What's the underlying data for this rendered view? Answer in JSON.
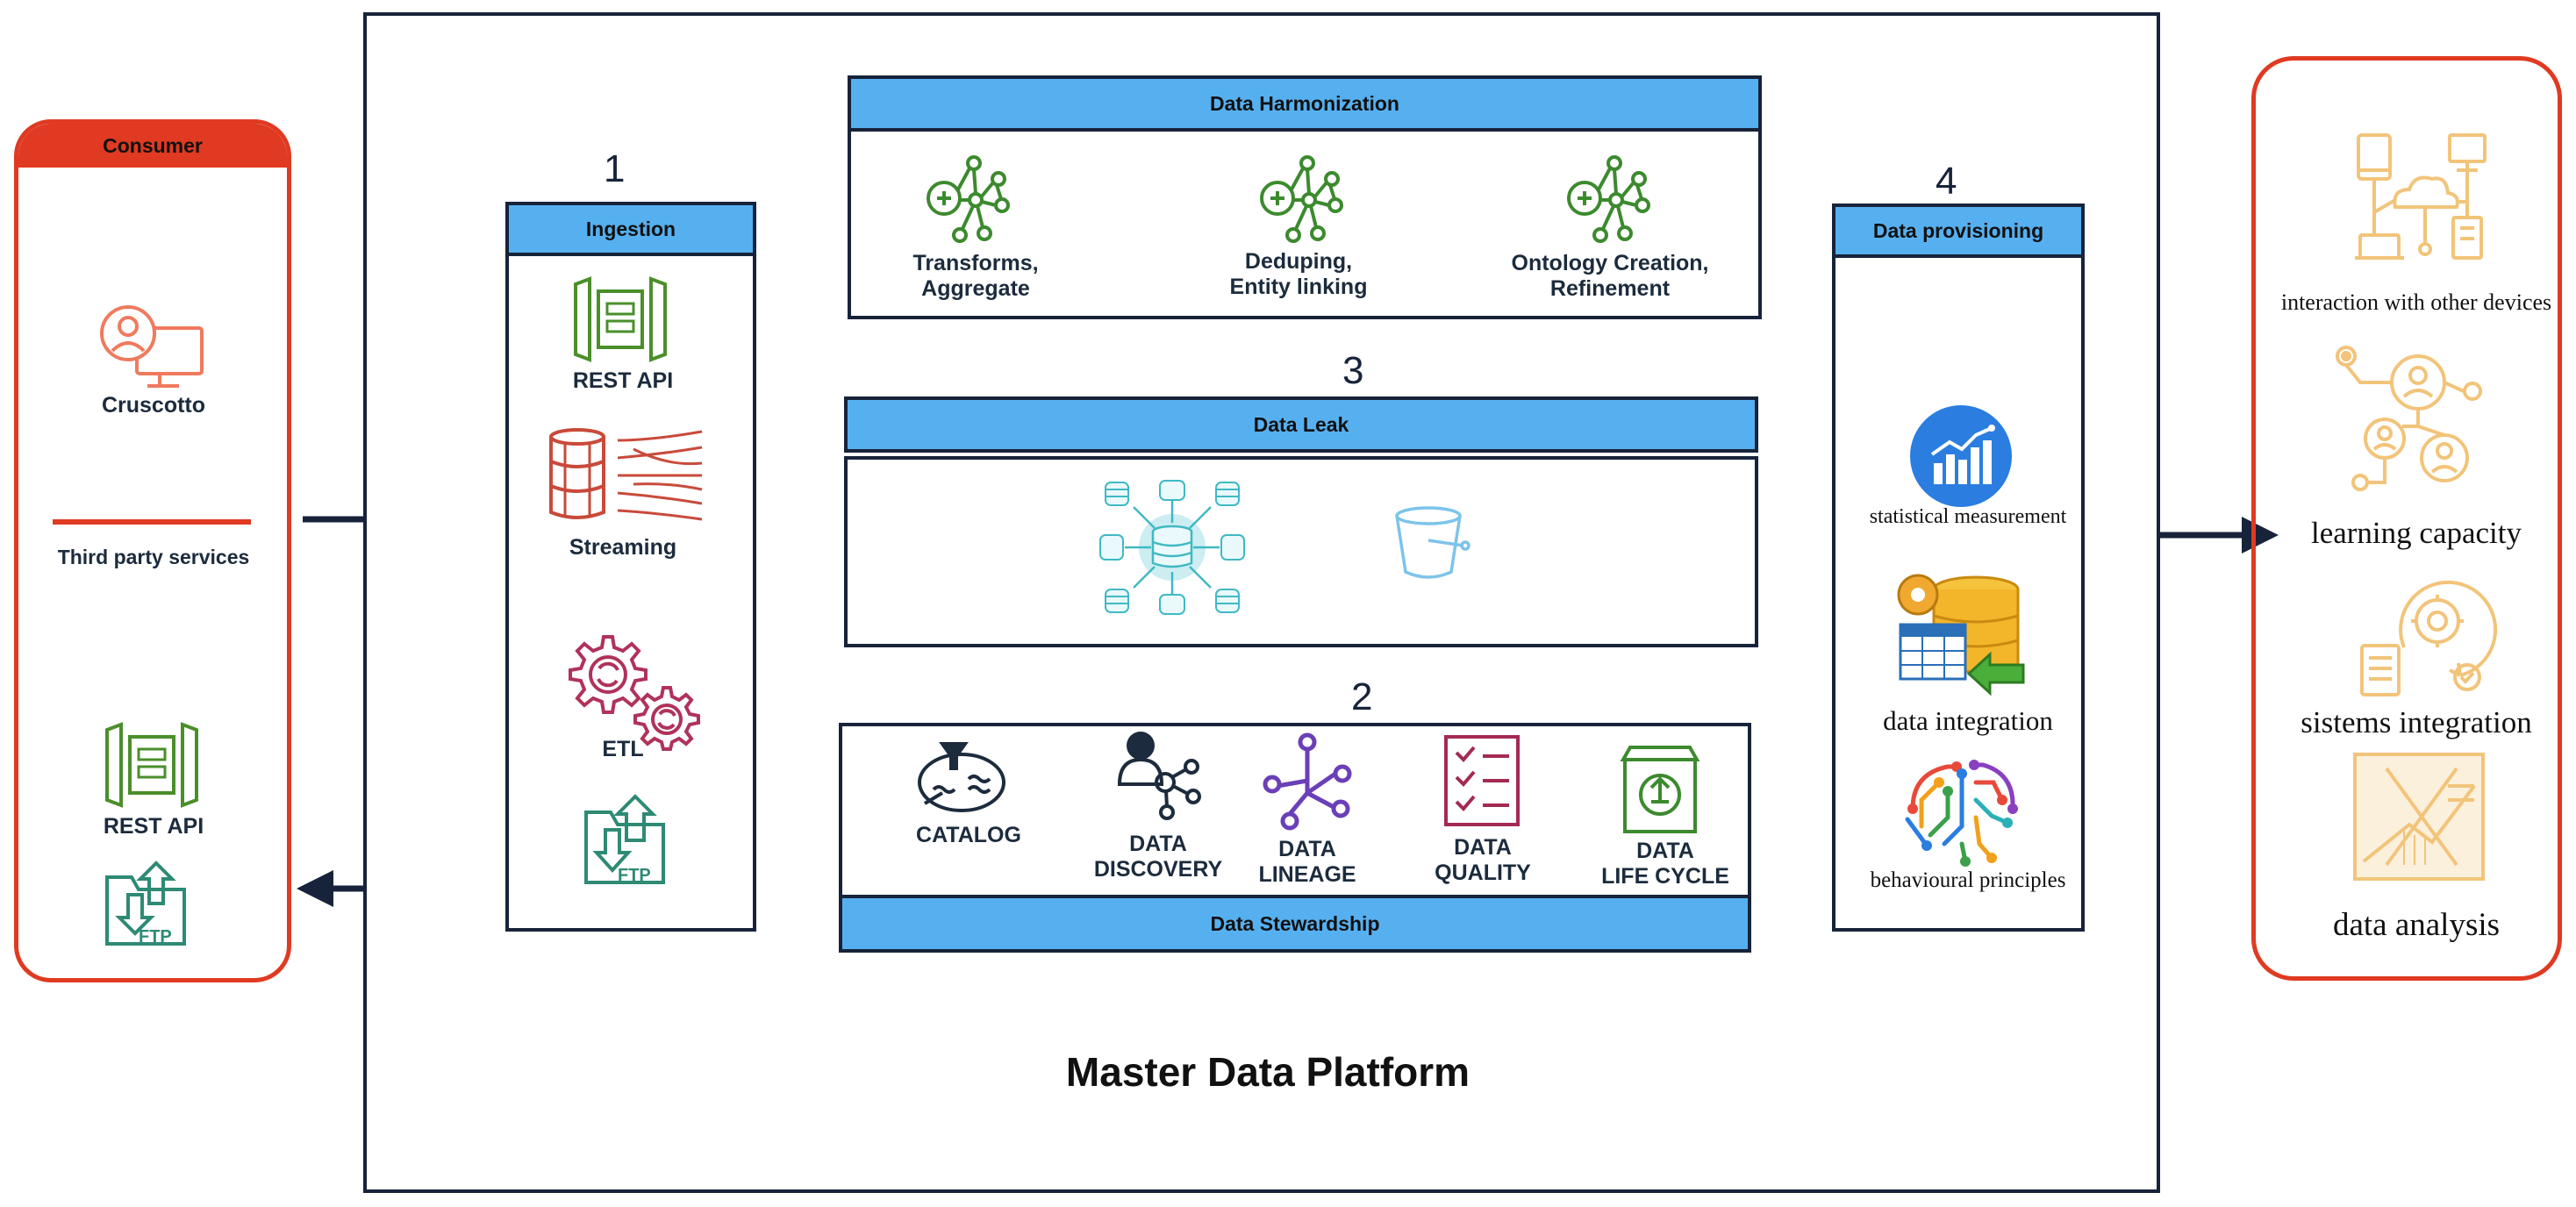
{
  "platform": {
    "title": "Master Data Platform"
  },
  "steps": {
    "one": "1",
    "two": "2",
    "three": "3",
    "four": "4"
  },
  "consumer": {
    "header": "Consumer",
    "items": [
      "Cruscotto",
      "Third party services",
      "REST API",
      "FTP"
    ]
  },
  "ingestion": {
    "header": "Ingestion",
    "items": [
      "REST API",
      "Streaming",
      "ETL",
      "FTP"
    ]
  },
  "harmonization": {
    "header": "Data Harmonization",
    "items": [
      "Transforms,\nAggregate",
      "Deduping,\nEntity linking",
      "Ontology Creation,\nRefinement"
    ]
  },
  "data_leak": {
    "header": "Data Leak"
  },
  "stewardship": {
    "header": "Data Stewardship",
    "items": [
      "CATALOG",
      "DATA\nDISCOVERY",
      "DATA\nLINEAGE",
      "DATA\nQUALITY",
      "DATA\nLIFE CYCLE"
    ]
  },
  "provisioning": {
    "header": "Data provisioning",
    "items": [
      "statistical measurement",
      "data integration",
      "behavioural principles"
    ]
  },
  "outputs": {
    "items": [
      "interaction with other devices",
      "learning capacity",
      "sistems integration",
      "data analysis"
    ]
  },
  "colors": {
    "frame": "#17233a",
    "header_blue": "#56b0f0",
    "consumer_red": "#e03a22",
    "icon_green": "#3c8a2e",
    "icon_red": "#c94a3a",
    "icon_orange": "#f2c47a",
    "arrow_green": "#4a8f2a"
  }
}
